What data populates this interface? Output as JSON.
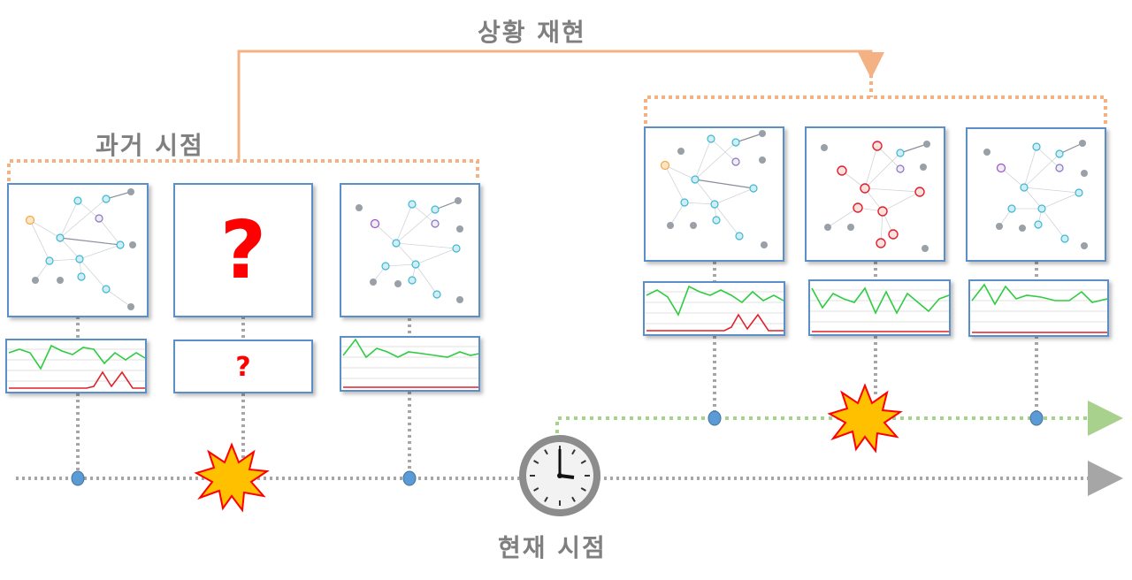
{
  "labels": {
    "past": "과거 시점",
    "replay": "상황 재현",
    "present": "현재 시점"
  },
  "unknown": {
    "big": "?",
    "small": "?"
  },
  "colors": {
    "panel_border": "#5b8fc9",
    "timeline": "#a6a6a6",
    "bracket": "#f4b183",
    "future_line": "#a9d18e",
    "marker": "#5b9bd5",
    "green_series": "#2ecc40",
    "red_series": "#e0202a",
    "question": "#ff0000"
  },
  "icons": {
    "clock": "clock-icon",
    "event": "explosion-icon",
    "topology": "network-topology-icon"
  }
}
